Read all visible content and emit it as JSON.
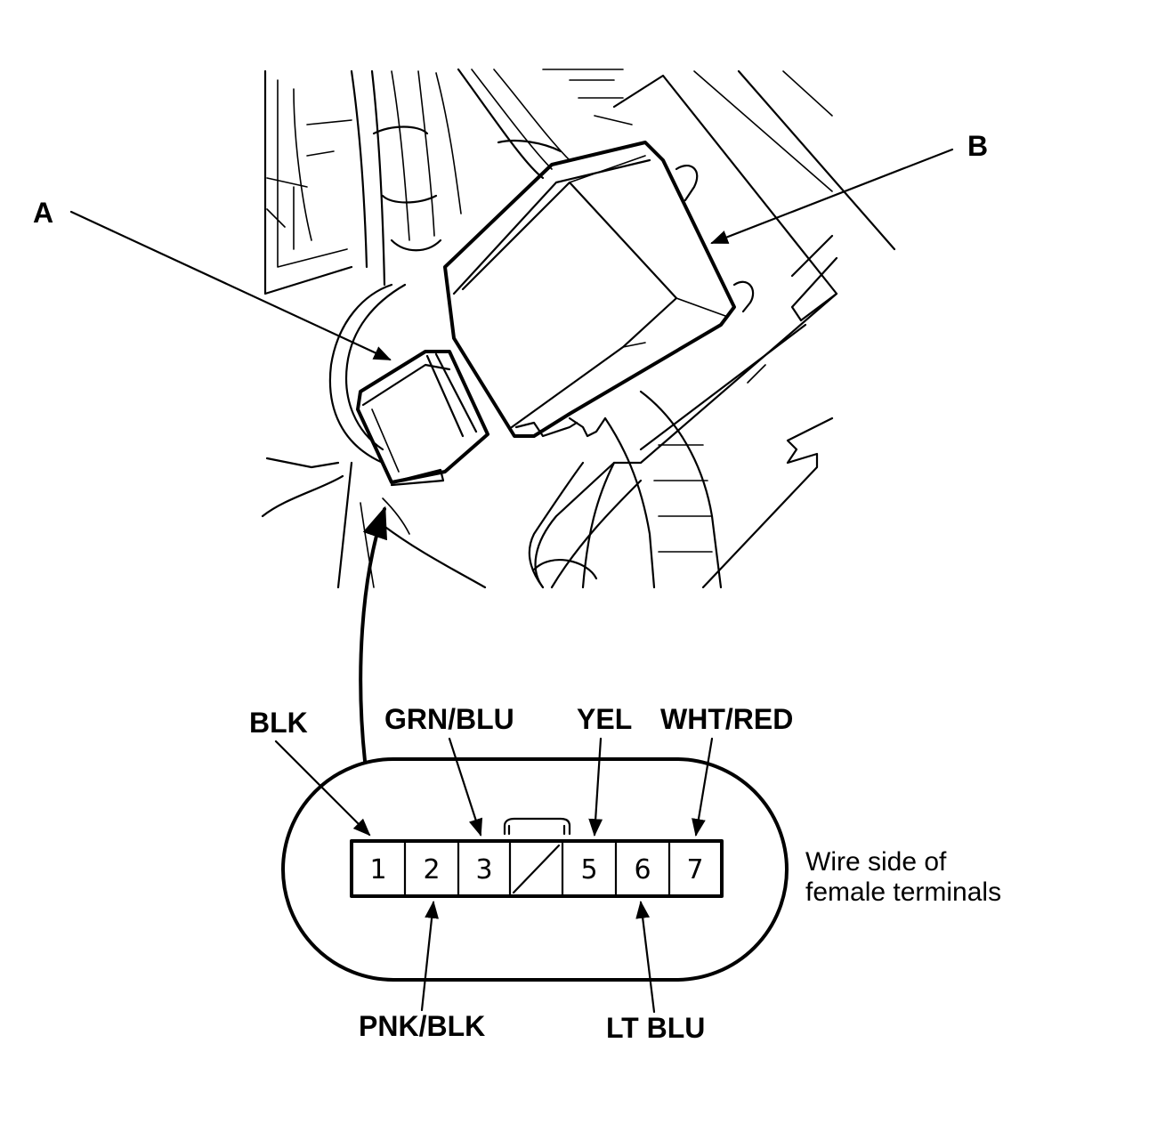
{
  "callouts": {
    "a": "A",
    "b": "B"
  },
  "connector": {
    "terminals": [
      "1",
      "2",
      "3",
      "",
      "5",
      "6",
      "7"
    ],
    "wires_top": [
      "BLK",
      "GRN/BLU",
      "YEL",
      "WHT/RED"
    ],
    "wires_bottom": [
      "PNK/BLK",
      "LT BLU"
    ],
    "note_line1": "Wire side of",
    "note_line2": "female terminals"
  }
}
